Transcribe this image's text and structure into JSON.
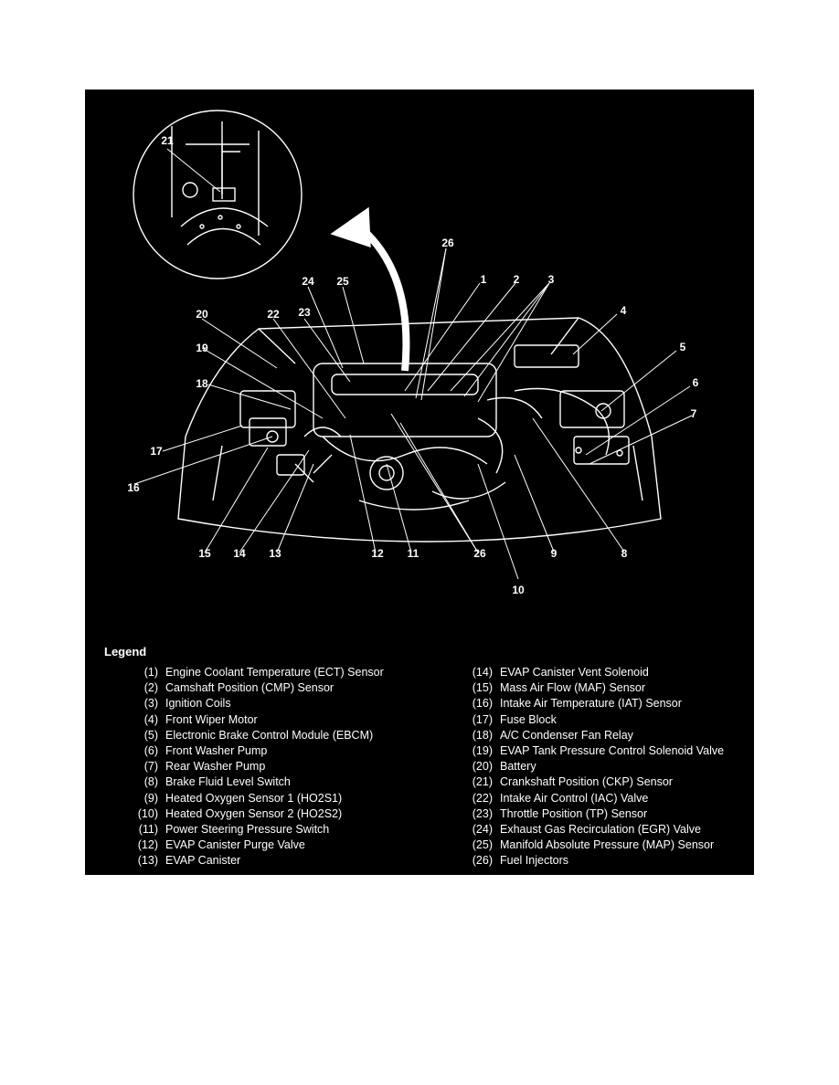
{
  "colors": {
    "panel_background": "#000000",
    "line_art": "#ffffff"
  },
  "inset_label": "21",
  "callouts": [
    "1",
    "2",
    "3",
    "4",
    "5",
    "6",
    "7",
    "8",
    "9",
    "10",
    "11",
    "12",
    "13",
    "14",
    "15",
    "16",
    "17",
    "18",
    "19",
    "20",
    "22",
    "23",
    "24",
    "25",
    "26",
    "26"
  ],
  "legend": {
    "title": "Legend",
    "left": [
      {
        "num": "(1)",
        "text": "Engine Coolant Temperature (ECT) Sensor"
      },
      {
        "num": "(2)",
        "text": "Camshaft Position (CMP) Sensor"
      },
      {
        "num": "(3)",
        "text": "Ignition Coils"
      },
      {
        "num": "(4)",
        "text": "Front Wiper Motor"
      },
      {
        "num": "(5)",
        "text": "Electronic Brake Control Module (EBCM)"
      },
      {
        "num": "(6)",
        "text": "Front Washer Pump"
      },
      {
        "num": "(7)",
        "text": "Rear Washer Pump"
      },
      {
        "num": "(8)",
        "text": "Brake Fluid Level Switch"
      },
      {
        "num": "(9)",
        "text": "Heated Oxygen Sensor 1 (HO2S1)"
      },
      {
        "num": "(10)",
        "text": "Heated Oxygen Sensor 2 (HO2S2)"
      },
      {
        "num": "(11)",
        "text": "Power Steering Pressure Switch"
      },
      {
        "num": "(12)",
        "text": "EVAP Canister Purge Valve"
      },
      {
        "num": "(13)",
        "text": "EVAP Canister"
      }
    ],
    "right": [
      {
        "num": "(14)",
        "text": "EVAP Canister Vent Solenoid"
      },
      {
        "num": "(15)",
        "text": "Mass Air Flow (MAF) Sensor"
      },
      {
        "num": "(16)",
        "text": "Intake Air Temperature (IAT) Sensor"
      },
      {
        "num": "(17)",
        "text": "Fuse Block"
      },
      {
        "num": "(18)",
        "text": "A/C Condenser Fan Relay"
      },
      {
        "num": "(19)",
        "text": "EVAP Tank Pressure Control Solenoid Valve"
      },
      {
        "num": "(20)",
        "text": "Battery"
      },
      {
        "num": "(21)",
        "text": "Crankshaft Position (CKP) Sensor"
      },
      {
        "num": "(22)",
        "text": "Intake Air Control (IAC) Valve"
      },
      {
        "num": "(23)",
        "text": "Throttle Position (TP) Sensor"
      },
      {
        "num": "(24)",
        "text": "Exhaust Gas Recirculation (EGR) Valve"
      },
      {
        "num": "(25)",
        "text": "Manifold Absolute Pressure (MAP) Sensor"
      },
      {
        "num": "(26)",
        "text": "Fuel Injectors"
      }
    ]
  }
}
